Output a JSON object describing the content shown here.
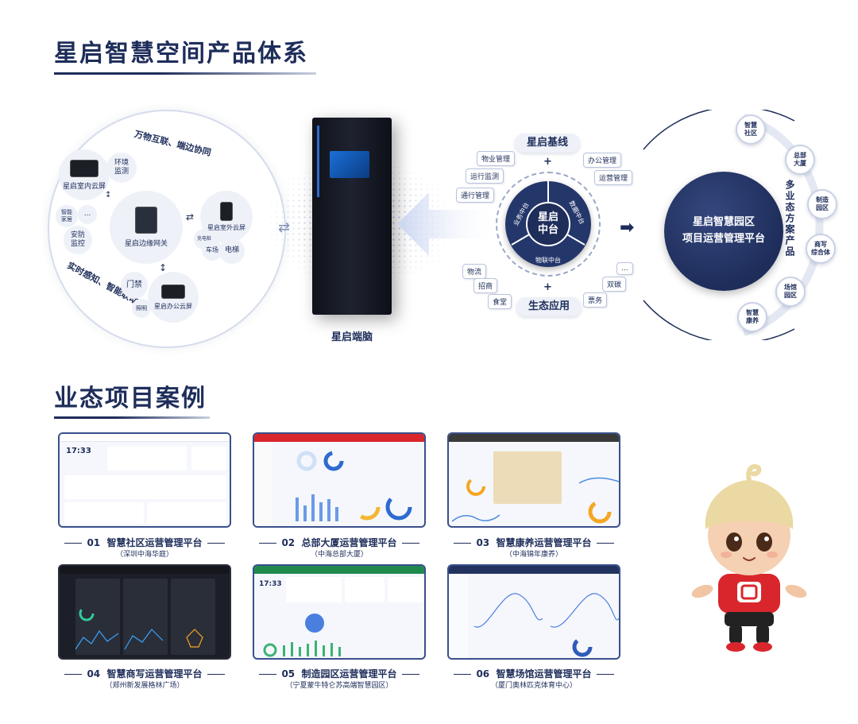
{
  "sections": {
    "product_title": "星启智慧空间产品体系",
    "cases_title": "业态项目案例"
  },
  "left_diagram": {
    "top_arc": "万物互联、端边协同",
    "bottom_arc": "实时感知、智能联动",
    "gateway_label": "星启边缘网关",
    "indoor_screen": "星启室内云屏",
    "outdoor_screen": "星启室外云屏",
    "office_screen": "星启办公云屏",
    "env": "环境\n监测",
    "smart_home": "智能\n家居",
    "more": "...",
    "security": "安防\n监控",
    "charging": "充电桩",
    "parking": "车场",
    "elevator": "电梯",
    "access": "门禁",
    "lighting": "照明"
  },
  "server": {
    "label": "星启端脑"
  },
  "middle": {
    "baseline": "星启基线",
    "eco_apps": "生态应用",
    "plus": "+",
    "hub_line1": "星启",
    "hub_line2": "中台",
    "seg_business": "业务中台",
    "seg_data": "数据中台",
    "seg_iot": "物联中台",
    "tags": [
      "物业管理",
      "运行监测",
      "通行管理",
      "办公管理",
      "运营管理",
      "物流",
      "招商",
      "食堂",
      "...",
      "双碳",
      "票务"
    ]
  },
  "right_diagram": {
    "platform_line1": "星启智慧园区",
    "platform_line2": "项目运营管理平台",
    "vertical_label": "多业态方案产品",
    "orbit": [
      "智慧\n社区",
      "总部\n大厦",
      "制造\n园区",
      "商写\n综合体",
      "场馆\n园区",
      "智慧\n康养"
    ]
  },
  "cases": [
    {
      "num": "01",
      "title": "智慧社区运营管理平台",
      "sub": "（深圳中海华庭）"
    },
    {
      "num": "02",
      "title": "总部大厦运营管理平台",
      "sub": "（中海总部大厦）"
    },
    {
      "num": "03",
      "title": "智慧康养运营管理平台",
      "sub": "（中海锦年康养）"
    },
    {
      "num": "04",
      "title": "智慧商写运营管理平台",
      "sub": "（郑州新发展格林广场）"
    },
    {
      "num": "05",
      "title": "制造园区运营管理平台",
      "sub": "（宁夏蒙牛特仑苏高端智慧园区）"
    },
    {
      "num": "06",
      "title": "智慧场馆运营管理平台",
      "sub": "（厦门奥林匹克体育中心）"
    }
  ],
  "screens": {
    "s1_time": "17:33",
    "s5_time": "17:33"
  },
  "colors": {
    "navy": "#1e2d5a",
    "accent_blue": "#2e6bd0",
    "light_bg": "#eef1f8"
  }
}
